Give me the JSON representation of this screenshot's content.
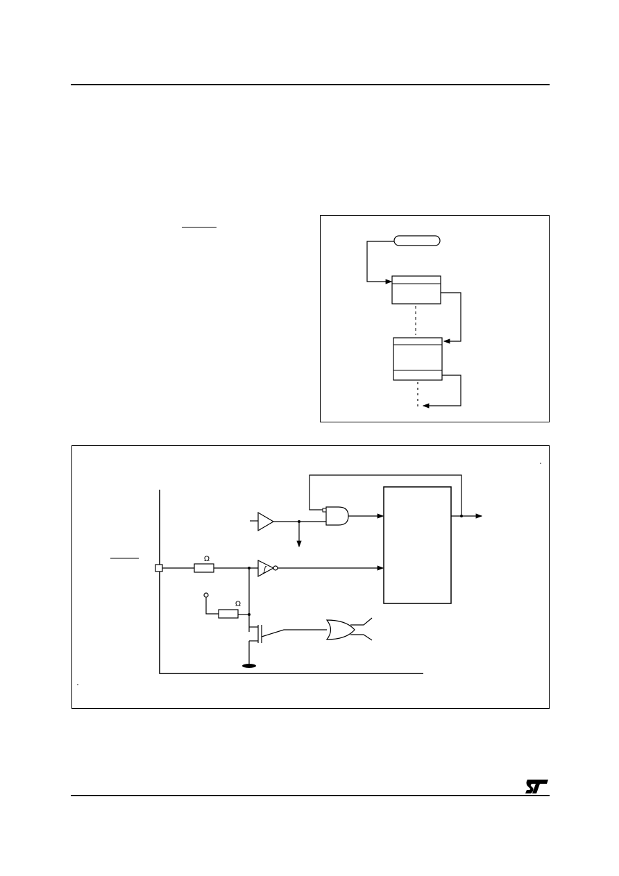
{
  "diagram_stack": {
    "description_items": []
  },
  "diagram_reset": {
    "resistor_1_unit": "Ω",
    "resistor_2_unit": "Ω",
    "schmitt_symbol": "ʃ"
  },
  "footer": {
    "logo": "st-logo"
  }
}
